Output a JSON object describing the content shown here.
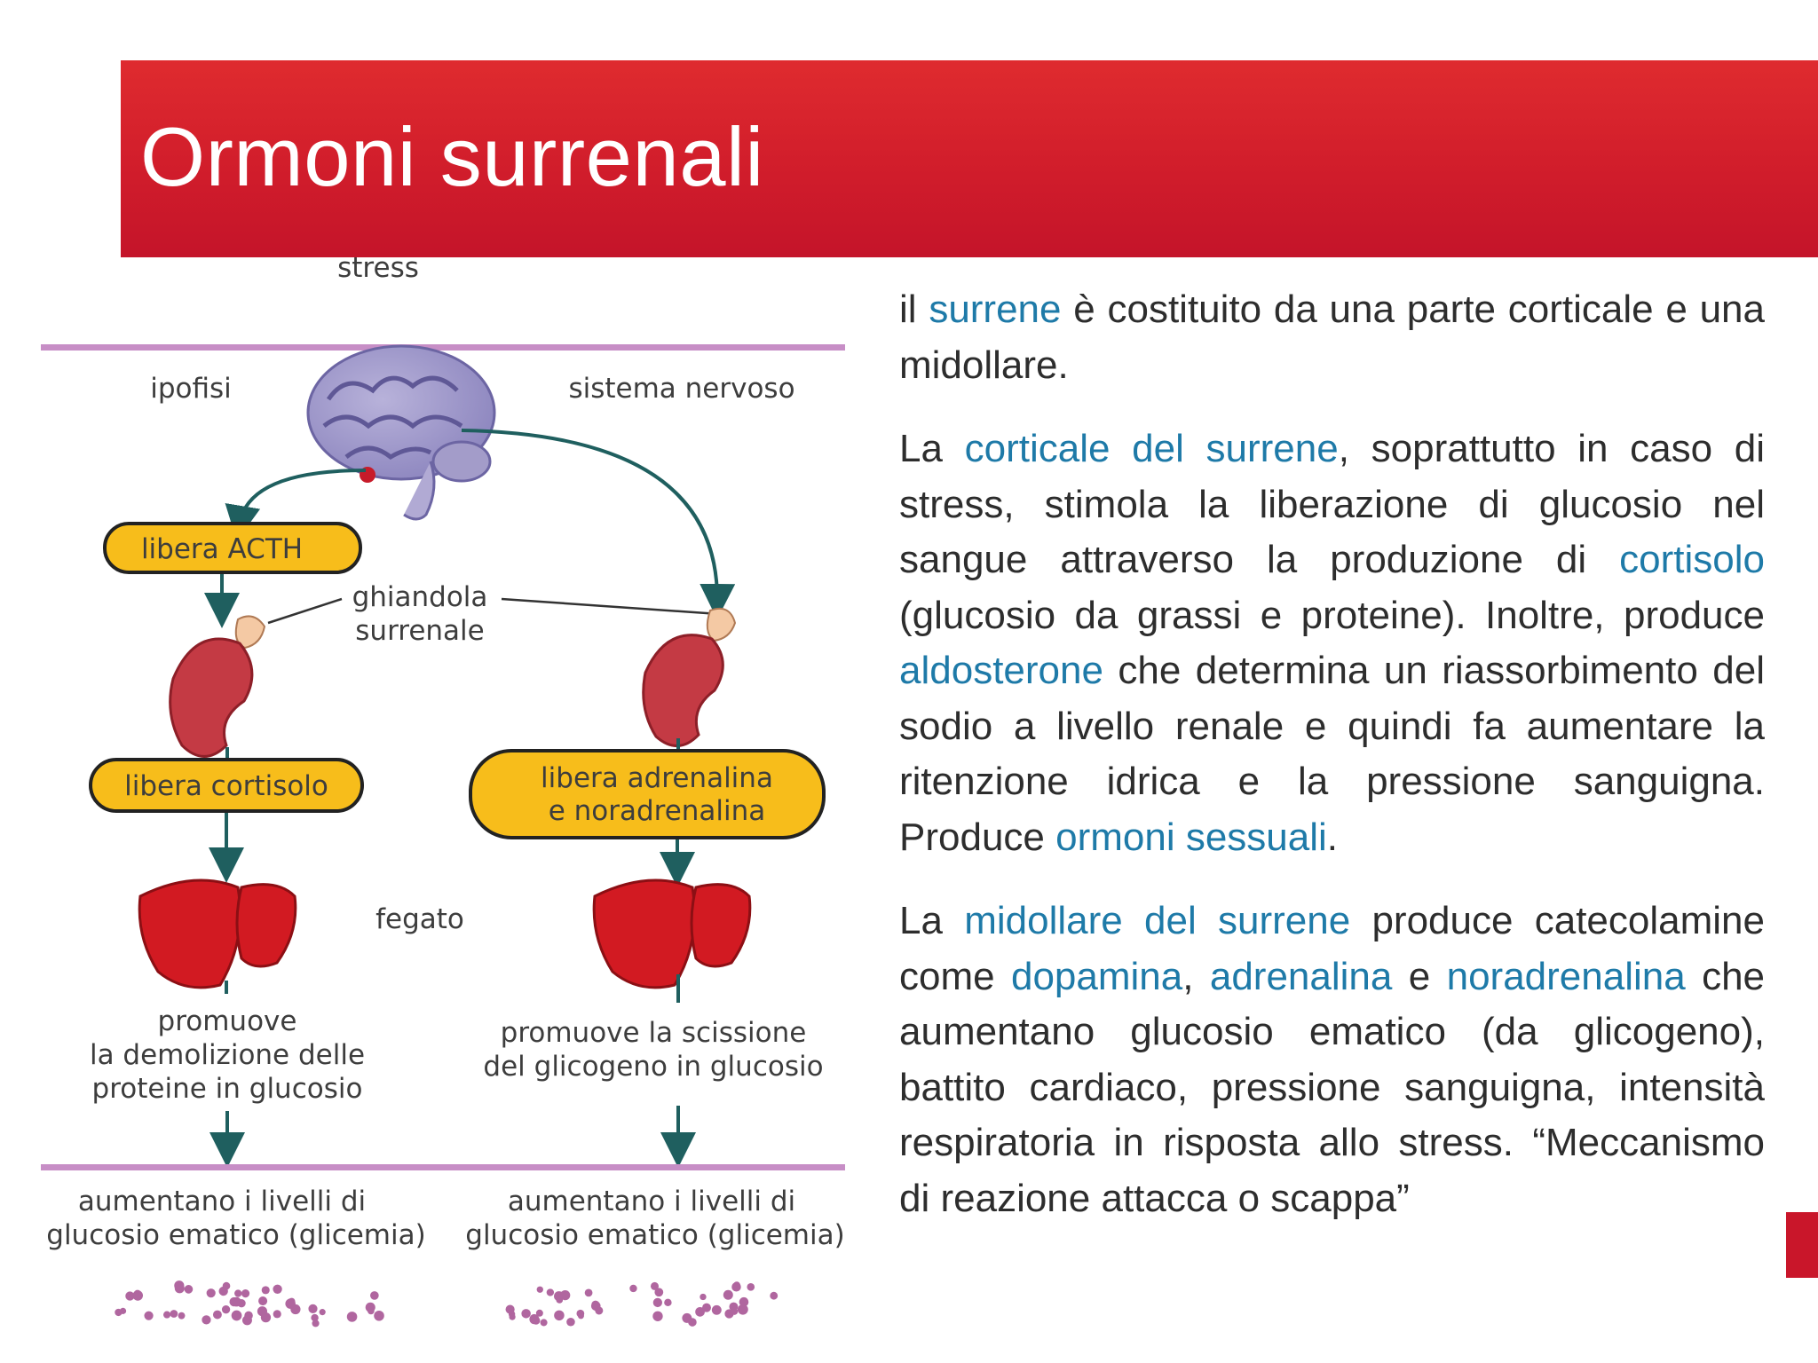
{
  "slide": {
    "title": "Ormoni surrenali",
    "colors": {
      "banner": "#d11d2b",
      "highlight": "#1e7aa8",
      "body_text": "#2d2d2d",
      "box_fill": "#f7bd1b",
      "divider": "#c78ec6"
    }
  },
  "diagram": {
    "stress": "stress",
    "ipofisi": "ipofisi",
    "sistema_nervoso": "sistema nervoso",
    "libera_acth": "libera ACTH",
    "ghiandola_1": "ghiandola",
    "ghiandola_2": "surrenale",
    "libera_cortisolo": "libera cortisolo",
    "libera_adrenalina_1": "libera adrenalina",
    "libera_adrenalina_2": "e noradrenalina",
    "fegato": "fegato",
    "left_effect_1": "promuove",
    "left_effect_2": "la demolizione delle",
    "left_effect_3": "proteine in glucosio",
    "right_effect_1": "promuove la scissione",
    "right_effect_2": "del glicogeno in glucosio",
    "left_result_1": "aumentano i livelli di",
    "left_result_2": "glucosio ematico (glicemia)",
    "right_result_1": "aumentano i livelli di",
    "right_result_2": "glucosio ematico (glicemia)",
    "icons": [
      "brain-icon",
      "adrenal-gland-icon",
      "liver-icon",
      "glucose-dots-icon"
    ]
  },
  "text": {
    "p1": {
      "t1": "il ",
      "h1": "surrene",
      "t2": " è costituito da una parte corticale e una midollare."
    },
    "p2": {
      "t1": "La ",
      "h1": "corticale del surrene",
      "t2": ", soprattutto in caso di stress, stimola la liberazione di glucosio nel sangue attraverso la produzione di ",
      "h2": "cortisolo",
      "t3": " (glucosio da grassi e proteine). Inoltre, produce ",
      "h3": "aldosterone",
      "t4": " che determina un riassorbimento del sodio a livello renale e quindi fa aumentare la ritenzione idrica e la pressione sanguigna. Produce ",
      "h4": "ormoni sessuali",
      "t5": "."
    },
    "p3": {
      "t1": "La ",
      "h1": "midollare del surrene",
      "t2": " produce catecolamine come ",
      "h2": "dopamina",
      "t3": ", ",
      "h3": "adrenalina",
      "t4": " e ",
      "h4": "noradrenalina",
      "t5": " che aumentano glucosio ematico (da glicogeno), battito cardiaco, pressione sanguigna, intensità respiratoria in risposta allo stress. “Meccanismo di reazione attacca o scappa”"
    }
  }
}
